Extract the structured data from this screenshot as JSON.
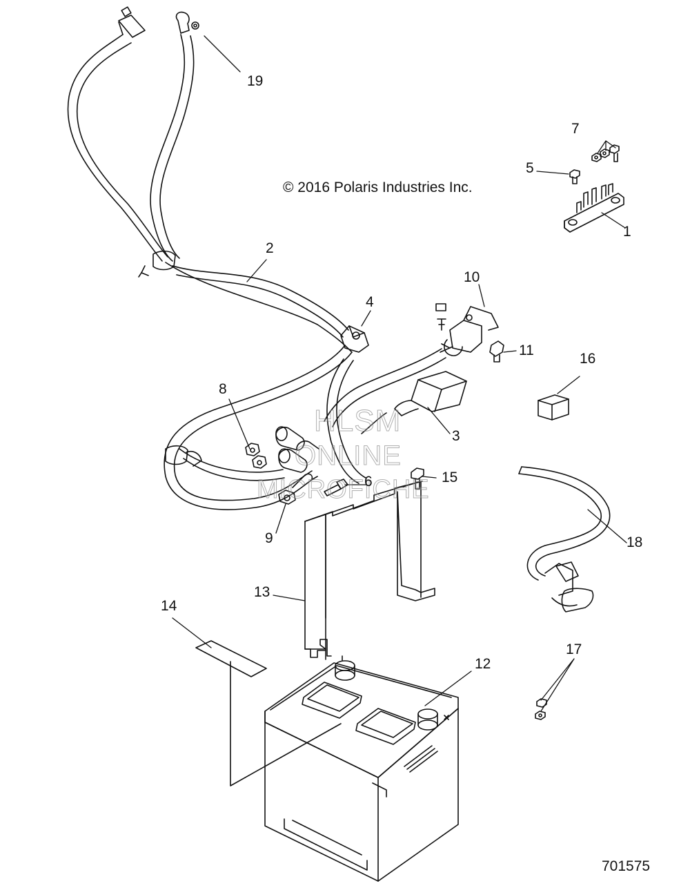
{
  "copyright": "© 2016 Polaris Industries Inc.",
  "drawing_number": "701575",
  "watermark": {
    "line1": "HLSM",
    "line2": "ONLINE",
    "line3": "MICROFICHE"
  },
  "callouts": {
    "c1": "1",
    "c2": "2",
    "c3": "3",
    "c4": "4",
    "c5": "5",
    "c6": "6",
    "c7": "7",
    "c8": "8",
    "c9": "9",
    "c10": "10",
    "c11": "11",
    "c12": "12",
    "c13": "13",
    "c14": "14",
    "c15": "15",
    "c16": "16",
    "c17": "17",
    "c18": "18",
    "c19": "19"
  }
}
